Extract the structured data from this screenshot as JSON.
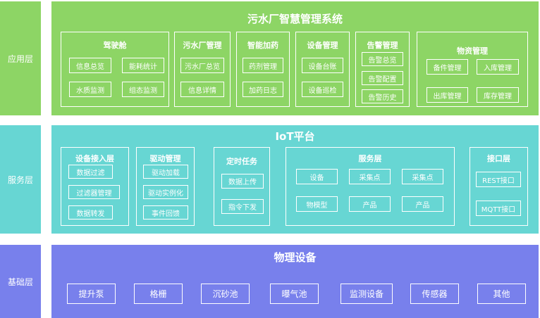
{
  "colors": {
    "app": "#8dd565",
    "service": "#67d6d3",
    "base": "#7880ec"
  },
  "app": {
    "side": "应用层",
    "title": "污水厂智慧管理系统",
    "cockpit": {
      "title": "驾驶舱",
      "items": [
        "信息总览",
        "能耗统计",
        "水质监测",
        "组态监测"
      ]
    },
    "plant": {
      "title": "污水厂管理",
      "items": [
        "污水厂总览",
        "信息详情"
      ]
    },
    "dosing": {
      "title": "智能加药",
      "items": [
        "药剂管理",
        "加药日志"
      ]
    },
    "equipment": {
      "title": "设备管理",
      "items": [
        "设备台账",
        "设备巡检"
      ]
    },
    "alarm": {
      "title": "告警管理",
      "items": [
        "告警总览",
        "告警配置",
        "告警历史"
      ]
    },
    "material": {
      "title": "物资管理",
      "items": [
        "备件管理",
        "入库管理",
        "出库管理",
        "库存管理"
      ]
    }
  },
  "service": {
    "side": "服务层",
    "title": "IoT平台",
    "access": {
      "title": "设备接入层",
      "items": [
        "数据过滤",
        "过滤器管理",
        "数据转发"
      ]
    },
    "driver": {
      "title": "驱动管理",
      "items": [
        "驱动加载",
        "驱动实例化",
        "事件回馈"
      ]
    },
    "timer": {
      "title": "定时任务",
      "items": [
        "数据上传",
        "指令下发"
      ]
    },
    "svc": {
      "title": "服务层",
      "items": [
        "设备",
        "采集点",
        "采集点",
        "物模型",
        "产品",
        "产品"
      ]
    },
    "iface": {
      "title": "接口层",
      "items": [
        "REST接口",
        "MQTT接口"
      ]
    }
  },
  "base": {
    "side": "基础层",
    "title": "物理设备",
    "items": [
      "提升泵",
      "格栅",
      "沉砂池",
      "曝气池",
      "监测设备",
      "传感器",
      "其他"
    ]
  }
}
